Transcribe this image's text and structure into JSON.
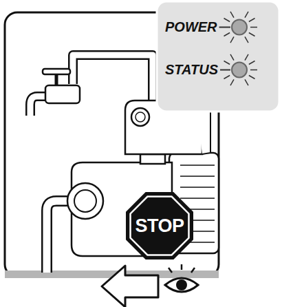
{
  "diagram": {
    "nodes": [
      {
        "text": [
          "POWER",
          "STATUS"
        ]
      },
      {
        "text": [
          "STOP"
        ]
      }
    ]
  }
}
